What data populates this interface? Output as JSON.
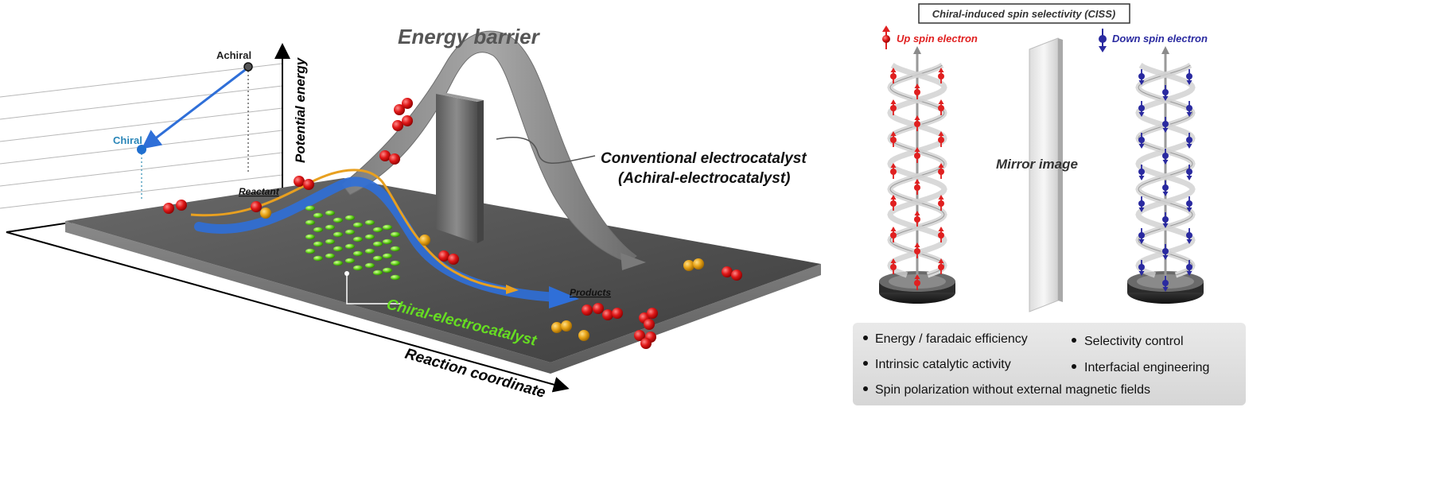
{
  "left_panel": {
    "axis_y_label": "Potential energy",
    "axis_x_label": "Reaction coordinate",
    "achiral_label": "Achiral",
    "chiral_label": "Chiral",
    "energy_barrier_label": "Energy barrier",
    "reactant_label": "Reactant",
    "products_label": "Products",
    "conventional_line1": "Conventional electrocatalyst",
    "conventional_line2": "(Achiral-electrocatalyst)",
    "chiral_catalyst_label": "Chiral-electrocatalyst"
  },
  "right_panel": {
    "title": "Chiral-induced spin selectivity (CISS)",
    "up_spin_label": "Up spin electron",
    "down_spin_label": "Down spin electron",
    "mirror_label": "Mirror image",
    "bullets": [
      "Energy / faradaic efficiency",
      "Selectivity control",
      "Intrinsic catalytic activity",
      "Interfacial engineering",
      "Spin polarization without external magnetic fields"
    ]
  },
  "colors": {
    "up_spin": "#e02020",
    "down_spin": "#2a2aa0",
    "chiral_green": "#66dd22",
    "blue_path": "#2f6fd8",
    "orange_path": "#e8a020",
    "chiral_point": "#1f6fd0"
  }
}
